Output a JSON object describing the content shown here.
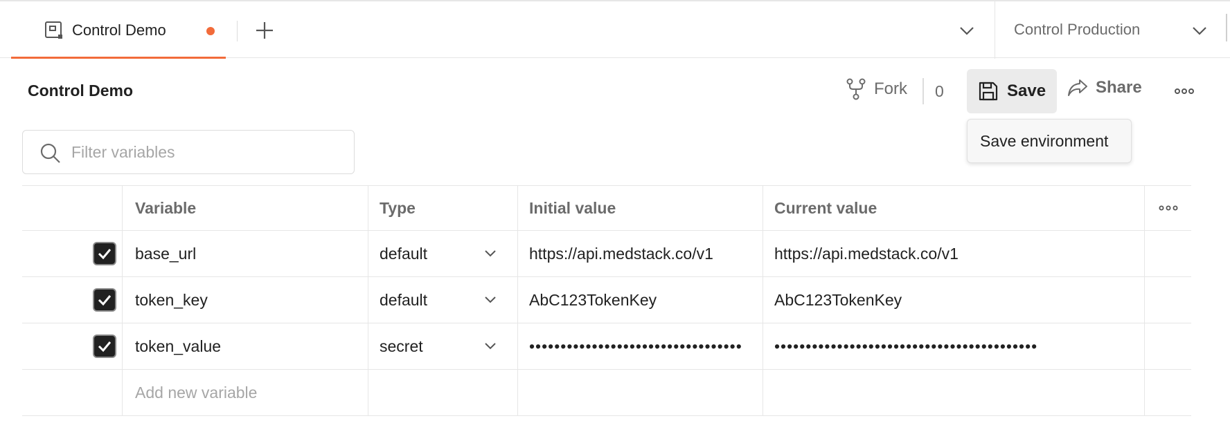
{
  "tabs": {
    "active_label": "Control Demo",
    "unsaved": true
  },
  "environment": {
    "selected": "Control Production"
  },
  "header": {
    "title": "Control Demo",
    "fork_label": "Fork",
    "fork_count": "0",
    "save_label": "Save",
    "share_label": "Share",
    "save_tooltip": "Save environment"
  },
  "filter": {
    "placeholder": "Filter variables",
    "value": ""
  },
  "table": {
    "columns": [
      "Variable",
      "Type",
      "Initial value",
      "Current value"
    ],
    "rows": [
      {
        "enabled": true,
        "variable": "base_url",
        "type": "default",
        "initial_value": "https://api.medstack.co/v1",
        "current_value": "https://api.medstack.co/v1"
      },
      {
        "enabled": true,
        "variable": "token_key",
        "type": "default",
        "initial_value": "AbC123TokenKey",
        "current_value": "AbC123TokenKey"
      },
      {
        "enabled": true,
        "variable": "token_value",
        "type": "secret",
        "initial_value": "••••••••••••••••••••••••••••••••••",
        "current_value": "••••••••••••••••••••••••••••••••••••••••••"
      }
    ],
    "add_placeholder": "Add new variable"
  },
  "colors": {
    "accent": "#f26b3a",
    "checkbox": "#212121",
    "muted_text": "#6b6b6b",
    "placeholder": "#a6a6a6",
    "border": "#e6e6e6"
  },
  "icons": {
    "tab": "environment-icon",
    "new_tab": "plus-icon",
    "dropdown": "chevron-down-icon",
    "fork": "fork-icon",
    "save": "floppy-disk-icon",
    "share": "share-arrow-icon",
    "more": "ellipsis-icon",
    "search": "search-icon",
    "check": "checkmark-icon"
  }
}
